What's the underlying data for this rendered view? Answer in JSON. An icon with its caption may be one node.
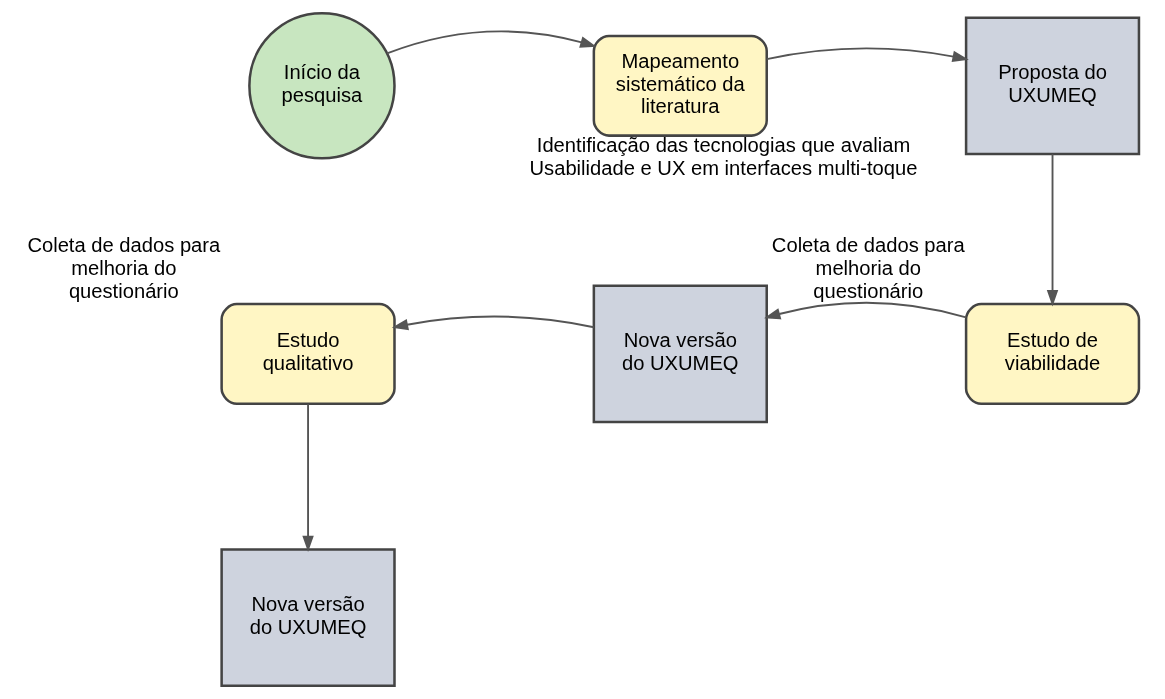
{
  "diagram": {
    "nodes": [
      {
        "text": [
          "Início da pesquisa"
        ]
      },
      {
        "text": [
          "Mapeamento sistemático da literatura"
        ],
        "beside": [
          "Identificação das tecnologias que avaliam Usabilidade e UX em interfaces multi-toque"
        ]
      },
      {
        "text": [
          "Proposta do UXUMEQ"
        ]
      },
      {
        "text": [
          "Estudo de viabilidade"
        ],
        "beside": [
          "Coleta de dados para melhoria do questionário"
        ]
      },
      {
        "text": [
          "Nova versão do UXUMEQ"
        ]
      },
      {
        "text": [
          "Estudo qualitativo"
        ],
        "beside": [
          "Coleta de dados para melhoria do questionário"
        ]
      },
      {
        "text": [
          "Nova versão do UXUMEQ"
        ]
      }
    ],
    "edges": [
      {
        "from": 0,
        "to": 1,
        "arrow": "to"
      },
      {
        "from": 1,
        "to": 2,
        "arrow": "to"
      },
      {
        "from": 2,
        "to": 3,
        "arrow": "to"
      },
      {
        "from": 3,
        "to": 4,
        "arrow": "to"
      },
      {
        "from": 4,
        "to": 5,
        "arrow": "to"
      },
      {
        "from": 5,
        "to": 6,
        "arrow": "to"
      }
    ]
  }
}
